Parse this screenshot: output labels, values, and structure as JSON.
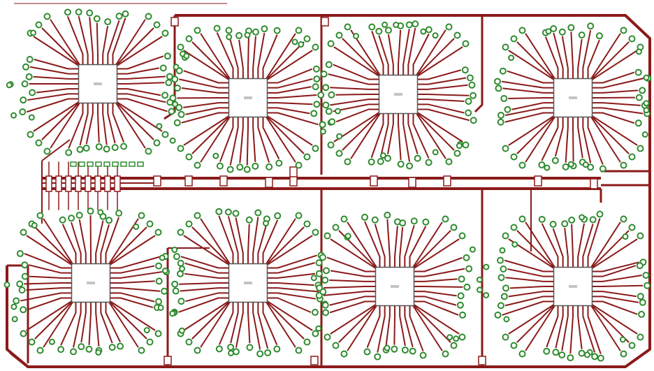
{
  "image": {
    "description_hidden": false
  },
  "board": {
    "background": "#ffffff",
    "trace_color": "#8b1a1a",
    "pad_color": "#2e8b2e",
    "pad_fill": "#ffffff",
    "silkscreen_color": "#555555"
  },
  "chips": [
    {
      "id": "u1"
    },
    {
      "id": "u2"
    },
    {
      "id": "u3"
    },
    {
      "id": "u4"
    },
    {
      "id": "u5"
    },
    {
      "id": "u6"
    },
    {
      "id": "u7"
    },
    {
      "id": "u8"
    }
  ]
}
